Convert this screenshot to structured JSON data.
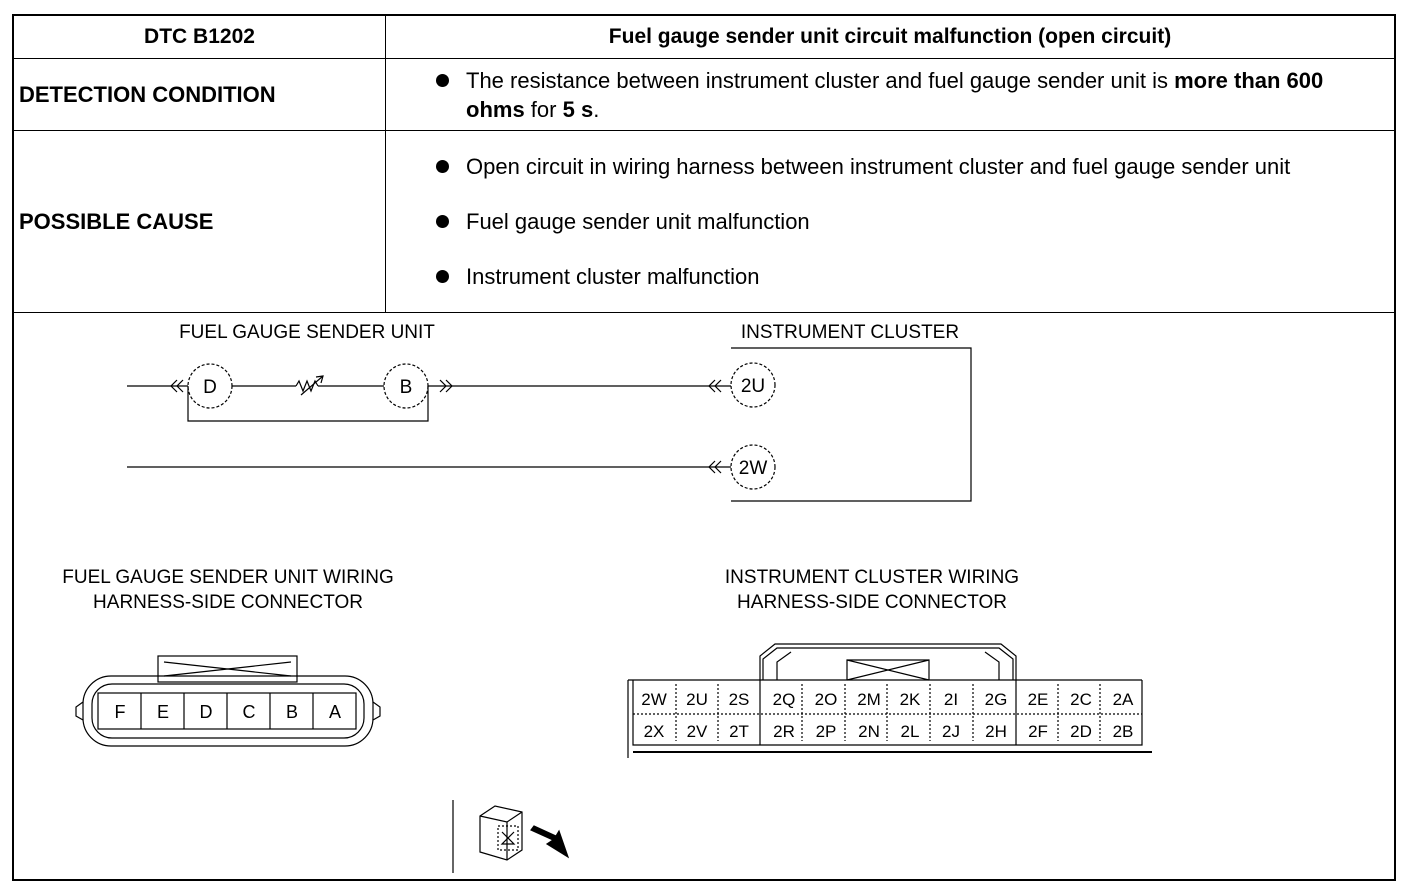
{
  "table": {
    "dtc_code": "DTC B1202",
    "dtc_title": "Fuel gauge sender unit circuit malfunction (open circuit)",
    "detection_label": "DETECTION CONDITION",
    "detection": {
      "pre": "The resistance between instrument cluster and fuel gauge sender unit is ",
      "bold1": "more than 600 ohms",
      "mid": " for ",
      "bold2": "5 s",
      "post": "."
    },
    "cause_label": "POSSIBLE CAUSE",
    "causes": [
      "Open circuit in wiring harness between instrument cluster and fuel gauge sender unit",
      "Fuel gauge sender unit malfunction",
      "Instrument cluster malfunction"
    ]
  },
  "wiring": {
    "sender_title": "FUEL GAUGE SENDER UNIT",
    "cluster_title": "INSTRUMENT CLUSTER",
    "sender_terminals": [
      "D",
      "B"
    ],
    "cluster_terminals": [
      "2U",
      "2W"
    ]
  },
  "connectors": {
    "sender_title_line1": "FUEL GAUGE SENDER UNIT WIRING",
    "sender_title_line2": "HARNESS-SIDE CONNECTOR",
    "sender_pins": [
      "F",
      "E",
      "D",
      "C",
      "B",
      "A"
    ],
    "cluster_title_line1": "INSTRUMENT CLUSTER WIRING",
    "cluster_title_line2": "HARNESS-SIDE  CONNECTOR",
    "cluster_pins_top": [
      "2W",
      "2U",
      "2S",
      "2Q",
      "2O",
      "2M",
      "2K",
      "2I",
      "2G",
      "2E",
      "2C",
      "2A"
    ],
    "cluster_pins_bottom": [
      "2X",
      "2V",
      "2T",
      "2R",
      "2P",
      "2N",
      "2L",
      "2J",
      "2H",
      "2F",
      "2D",
      "2B"
    ]
  },
  "icons": {
    "connector_view": "connector-front-view-icon",
    "resistor": "variable-resistor-icon"
  }
}
